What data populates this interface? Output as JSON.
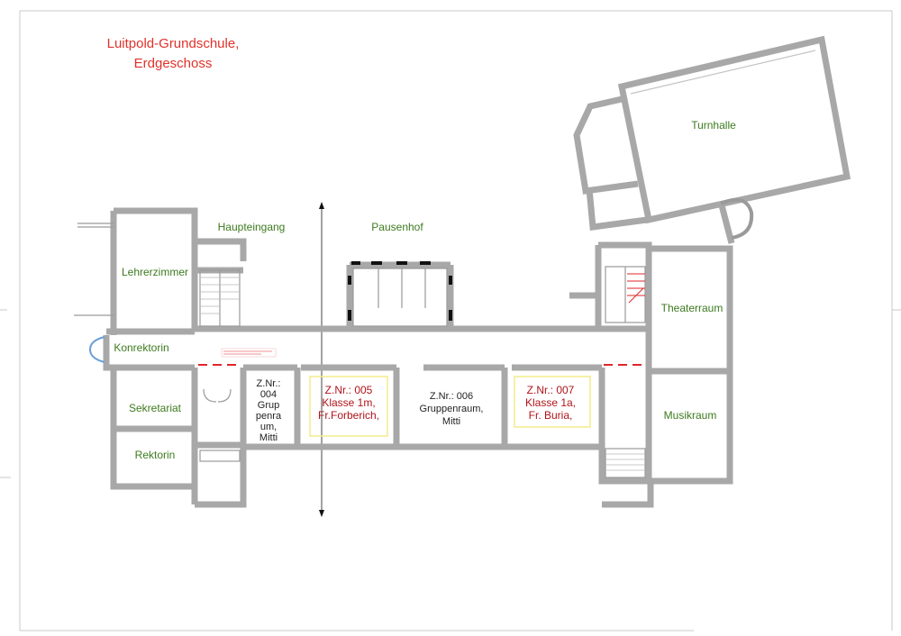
{
  "title": {
    "line1": "Luitpold-Grundschule,",
    "line2": "Erdgeschoss"
  },
  "rooms": {
    "turnhalle": "Turnhalle",
    "haupteingang": "Haupteingang",
    "pausenhof": "Pausenhof",
    "lehrerzimmer": "Lehrerzimmer",
    "konrektorin": "Konrektorin",
    "sekretariat": "Sekretariat",
    "rektorin": "Rektorin",
    "theaterraum": "Theaterraum",
    "musikraum": "Musikraum",
    "r004": [
      "Z.Nr.:",
      "004",
      "Grup",
      "penra",
      "um,",
      "Mitti"
    ],
    "r005": [
      "Z.Nr.: 005",
      "Klasse 1m,",
      "Fr.Forberich,"
    ],
    "r006": [
      "Z.Nr.: 006",
      "Gruppenraum,",
      "Mitti"
    ],
    "r007": [
      "Z.Nr.: 007",
      "Klasse 1a,",
      "Fr. Buria,"
    ]
  },
  "colors": {
    "wall": "#a8a8a8",
    "title": "#e0322b",
    "label_green": "#3d7a1f",
    "label_red": "#b0141a",
    "highlight_box": "#f3ec8c",
    "red_line": "#e0262b"
  }
}
